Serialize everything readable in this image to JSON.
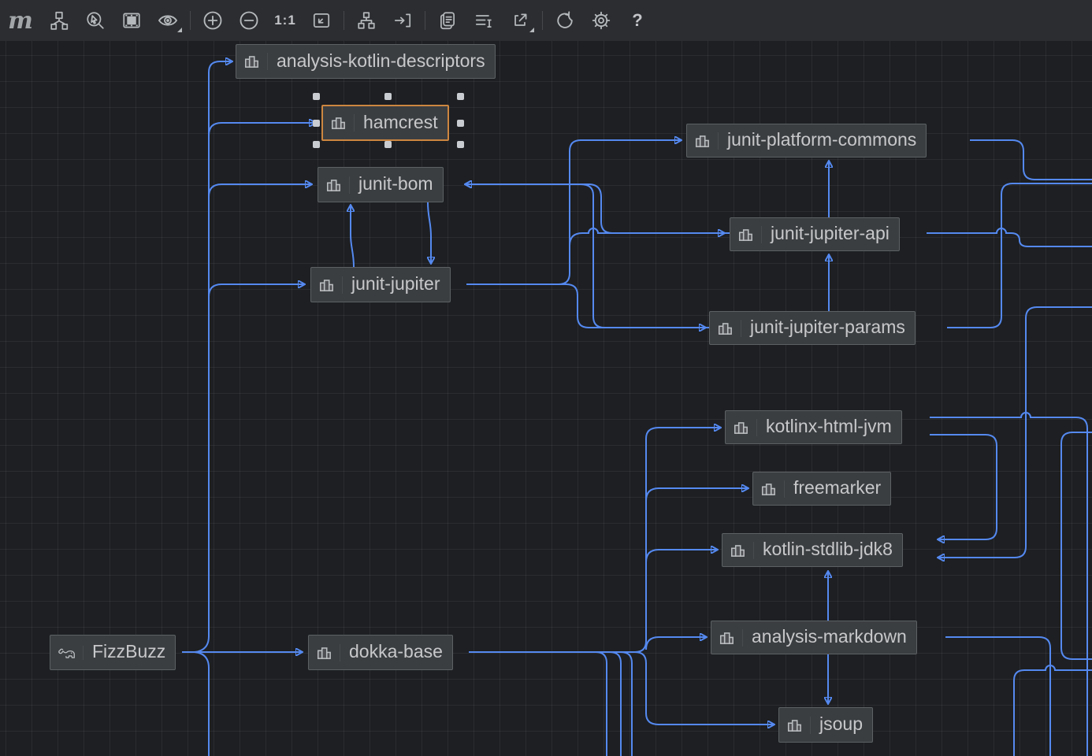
{
  "toolbar": {
    "logo": "m",
    "buttons": [
      {
        "name": "module-dependency-graph"
      },
      {
        "name": "zoom-to-selection"
      },
      {
        "name": "filmstrip-view"
      },
      {
        "name": "view-options",
        "has_dropdown": true
      },
      {
        "name": "zoom-in"
      },
      {
        "name": "zoom-out"
      },
      {
        "name": "actual-size",
        "label": "1:1"
      },
      {
        "name": "fit-to-window"
      },
      {
        "name": "layout-hierarchy"
      },
      {
        "name": "focus-node"
      },
      {
        "name": "copy-diagram"
      },
      {
        "name": "rename-list"
      },
      {
        "name": "export-diagram",
        "has_dropdown": true
      },
      {
        "name": "refresh"
      },
      {
        "name": "settings"
      },
      {
        "name": "help",
        "label": "?"
      }
    ]
  },
  "colors": {
    "edge": "#5589f0",
    "selection_border": "#cd8640",
    "node_background": "#3b3e41",
    "node_border": "#5d6163",
    "toolbar_background": "#2b2d30",
    "canvas_background": "#1d1f22"
  },
  "nodes": [
    {
      "label": "analysis-kotlin-descriptors",
      "icon": "library",
      "selected": false
    },
    {
      "label": "hamcrest",
      "icon": "library",
      "selected": true
    },
    {
      "label": "junit-bom",
      "icon": "library",
      "selected": false
    },
    {
      "label": "junit-jupiter",
      "icon": "library",
      "selected": false
    },
    {
      "label": "junit-platform-commons",
      "icon": "library",
      "selected": false
    },
    {
      "label": "junit-jupiter-api",
      "icon": "library",
      "selected": false
    },
    {
      "label": "junit-jupiter-params",
      "icon": "library",
      "selected": false
    },
    {
      "label": "kotlinx-html-jvm",
      "icon": "library",
      "selected": false
    },
    {
      "label": "freemarker",
      "icon": "library",
      "selected": false
    },
    {
      "label": "kotlin-stdlib-jdk8",
      "icon": "library",
      "selected": false
    },
    {
      "label": "analysis-markdown",
      "icon": "library",
      "selected": false
    },
    {
      "label": "FizzBuzz",
      "icon": "gradle-project",
      "selected": false
    },
    {
      "label": "dokka-base",
      "icon": "library",
      "selected": false
    },
    {
      "label": "jsoup",
      "icon": "library",
      "selected": false
    }
  ],
  "edges": [
    {
      "from": "FizzBuzz",
      "to": "analysis-kotlin-descriptors"
    },
    {
      "from": "FizzBuzz",
      "to": "hamcrest"
    },
    {
      "from": "FizzBuzz",
      "to": "junit-bom"
    },
    {
      "from": "FizzBuzz",
      "to": "junit-jupiter"
    },
    {
      "from": "FizzBuzz",
      "to": "dokka-base"
    },
    {
      "from": "junit-jupiter",
      "to": "junit-bom"
    },
    {
      "from": "junit-bom",
      "to": "junit-jupiter"
    },
    {
      "from": "junit-jupiter",
      "to": "junit-platform-commons"
    },
    {
      "from": "junit-jupiter",
      "to": "junit-jupiter-api"
    },
    {
      "from": "junit-jupiter",
      "to": "junit-jupiter-params"
    },
    {
      "from": "junit-jupiter-api",
      "to": "junit-platform-commons"
    },
    {
      "from": "junit-jupiter-api",
      "to": "junit-bom"
    },
    {
      "from": "junit-jupiter-params",
      "to": "junit-jupiter-api"
    },
    {
      "from": "junit-jupiter-params",
      "to": "junit-bom"
    },
    {
      "from": "dokka-base",
      "to": "kotlinx-html-jvm"
    },
    {
      "from": "dokka-base",
      "to": "freemarker"
    },
    {
      "from": "dokka-base",
      "to": "kotlin-stdlib-jdk8"
    },
    {
      "from": "dokka-base",
      "to": "analysis-markdown"
    },
    {
      "from": "dokka-base",
      "to": "jsoup"
    },
    {
      "from": "kotlinx-html-jvm",
      "to": "kotlin-stdlib-jdk8"
    },
    {
      "from": "analysis-markdown",
      "to": "kotlin-stdlib-jdk8"
    },
    {
      "from": "analysis-markdown",
      "to": "jsoup"
    }
  ]
}
